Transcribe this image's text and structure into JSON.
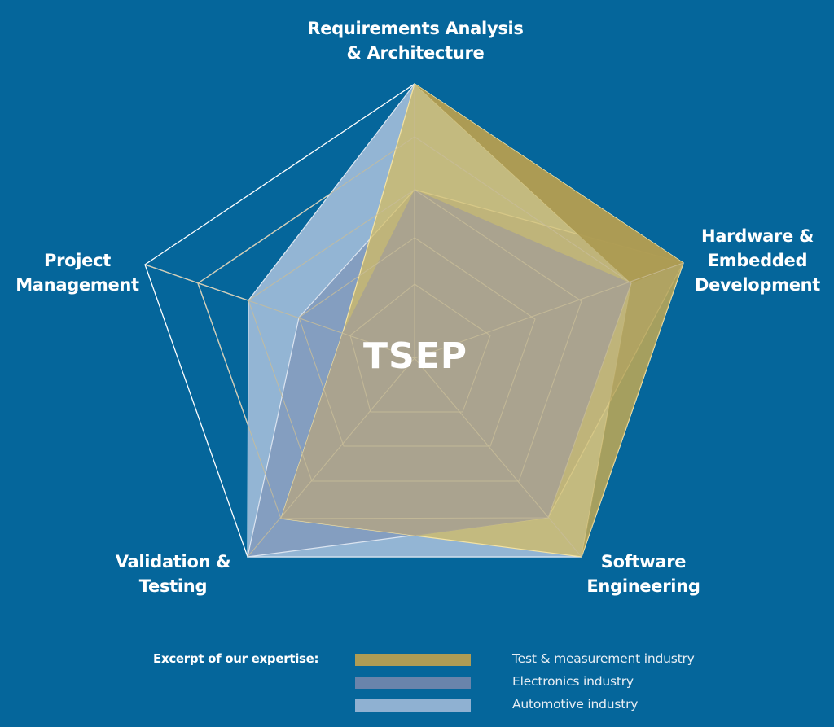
{
  "chart_data": {
    "type": "radar",
    "title": "TSEP",
    "subtitle": "Excerpt of our expertise:",
    "axes": [
      "Requirements Analysis & Architecture",
      "Hardware & Embedded Development",
      "Software Engineering",
      "Validation & Testing",
      "Project Management"
    ],
    "scale": {
      "min": 0,
      "max": 5,
      "rings": 5,
      "grid": true
    },
    "series": [
      {
        "name": "Test & measurement industry",
        "color": "#ae9c55",
        "values": [
          5,
          5,
          5,
          4,
          1.3
        ]
      },
      {
        "name": "Electronics industry",
        "color": "#6984ab",
        "values": [
          3,
          5,
          4,
          5,
          2
        ]
      },
      {
        "name": "Automotive industry",
        "color": "#8fb1d2",
        "values": [
          5,
          4,
          5,
          5,
          3
        ]
      }
    ],
    "legend_position": "bottom"
  },
  "labels": {
    "center": "TSEP",
    "axis_top": "Requirements Analysis\n& Architecture",
    "axis_right": "Hardware &\nEmbedded\nDevelopment",
    "axis_bottom_right": "Software\nEngineering",
    "axis_bottom_left": "Validation &\nTesting",
    "axis_left": "Project\nManagement"
  },
  "legend": {
    "title": "Excerpt of our expertise:",
    "items": [
      {
        "label": "Test & measurement industry",
        "color": "#ae9c55"
      },
      {
        "label": "Electronics industry",
        "color": "#6984ab"
      },
      {
        "label": "Automotive industry",
        "color": "#8fb1d2"
      }
    ]
  },
  "colors": {
    "background": "#05669b",
    "grid_outer": "#ffffff",
    "grid_inner": "#c9bd98"
  }
}
